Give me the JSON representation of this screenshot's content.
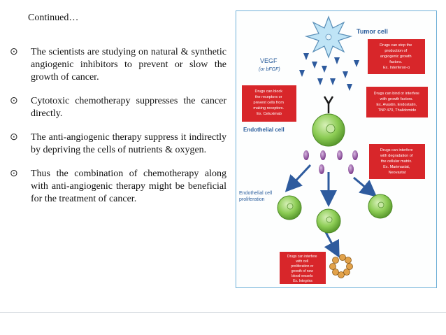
{
  "slide": {
    "heading": "Continued…",
    "bullets": [
      "The scientists are studying on natural & synthetic angiogenic inhibitors to prevent or slow the growth of cancer.",
      "Cytotoxic chemotherapy suppresses the cancer directly.",
      "The anti-angiogenic therapy suppress it indirectly by depriving the cells of nutrients & oxygen.",
      "Thus the combination of chemotherapy along with anti-angiogenic therapy might be beneficial for the treatment of cancer."
    ],
    "bullet_symbol": "⊙"
  },
  "figure": {
    "tumor_label": "Tumor cell",
    "vegf_label": "VEGF",
    "vegf_sub": "(or bFGF)",
    "endothelial_label": "Endothelial cell",
    "prolif_label": [
      "Endothelial cell",
      "proliferation"
    ],
    "boxes": {
      "top_right": [
        "Drugs can stop the",
        "production of",
        "angiogenic growth",
        "factors.",
        "Ex. Interferon-α"
      ],
      "left": [
        "Drugs can block",
        "the receptors or",
        "prevent cells from",
        "making receptors.",
        "Ex. Cetuximab"
      ],
      "mid_right": [
        "Drugs can bind or interfere",
        "with growth factors.",
        "Ex. Avastin, Endostatin,",
        "TNP 470, Thalidomide"
      ],
      "matrix": [
        "Drugs can interfere",
        "with degradation of",
        "the cellular matrix.",
        "Ex. Marimastat,",
        "Neovastat"
      ],
      "bottom": [
        "Drugs can interfere",
        "with cell",
        "proliferation or",
        "growth of new",
        "blood vessels",
        "Ex. Integrins"
      ]
    },
    "colors": {
      "box_red": "#d8262a",
      "label_blue": "#2a5d9c",
      "cell_green": "#8ccc54",
      "cell_purple": "#8e4b9c",
      "arrow_blue": "#2e5b9e",
      "tumor_blue": "#bfe4f6",
      "bead_orange": "#e2a24a"
    }
  }
}
